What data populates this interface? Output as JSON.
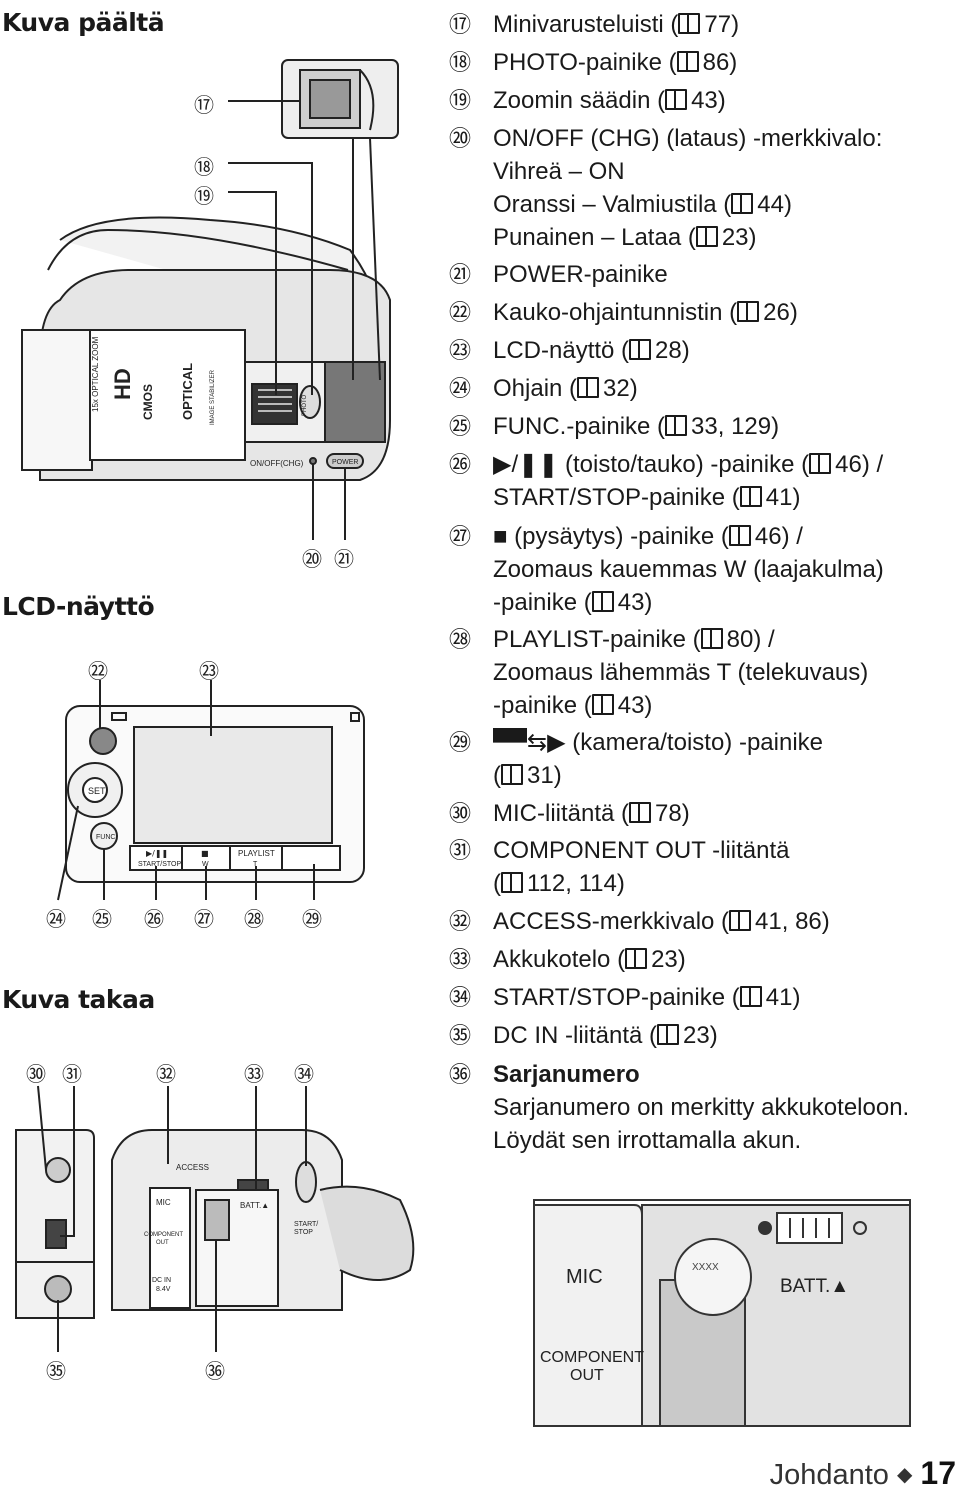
{
  "headings": {
    "top_view": "Kuva päältä",
    "lcd": "LCD-näyttö",
    "back_view": "Kuva takaa"
  },
  "callouts": {
    "c17": "⑰",
    "c18": "⑱",
    "c19": "⑲",
    "c20": "⑳",
    "c21": "㉑",
    "c22": "㉒",
    "c23": "㉓",
    "c24": "㉔",
    "c25": "㉕",
    "c26": "㉖",
    "c27": "㉗",
    "c28": "㉘",
    "c29": "㉙",
    "c30": "㉚",
    "c31": "㉛",
    "c32": "㉜",
    "c33": "㉝",
    "c34": "㉞",
    "c35": "㉟",
    "c36": "㊱"
  },
  "diagram_labels": {
    "zoom": "15x OPTICAL ZOOM",
    "hd": "HD",
    "cmos": "CMOS",
    "optical": "OPTICAL",
    "image_stab": "IMAGE STABILIZER",
    "onoff": "ON/OFF(CHG)",
    "power": "POWER",
    "photo": "PHOTO",
    "set": "SET",
    "func": "FUNC",
    "playpause": "▶/❚❚",
    "startstop_small": "START/STOP",
    "stop_sym": "■",
    "w": "W",
    "playlist": "PLAYLIST",
    "t": "T",
    "access": "ACCESS",
    "mic": "MIC",
    "component": "COMPONENT",
    "out": "OUT",
    "dcin": "DC IN",
    "dcv": "8.4V",
    "batt": "BATT.▲",
    "start": "START/",
    "stop": "STOP",
    "serial": "XXXX"
  },
  "items": [
    {
      "num": "⑰",
      "lines": [
        "Minivarusteluisti (|77)"
      ]
    },
    {
      "num": "⑱",
      "lines": [
        "PHOTO-painike (|86)"
      ]
    },
    {
      "num": "⑲",
      "lines": [
        "Zoomin säädin (|43)"
      ]
    },
    {
      "num": "⑳",
      "lines": [
        "ON/OFF (CHG) (lataus) -merkkivalo:",
        "Vihreä – ON",
        "Oranssi – Valmiustila (|44)",
        "Punainen – Lataa (|23)"
      ]
    },
    {
      "num": "㉑",
      "lines": [
        "POWER-painike"
      ]
    },
    {
      "num": "㉒",
      "lines": [
        "Kauko-ohjaintunnistin (|26)"
      ]
    },
    {
      "num": "㉓",
      "lines": [
        "LCD-näyttö (|28)"
      ]
    },
    {
      "num": "㉔",
      "lines": [
        "Ohjain (|32)"
      ]
    },
    {
      "num": "㉕",
      "lines": [
        "FUNC.-painike (|33, 129)"
      ]
    },
    {
      "num": "㉖",
      "lines": [
        "▶/❚❚ (toisto/tauko) -painike (|46) /",
        "START/STOP-painike (|41)"
      ]
    },
    {
      "num": "㉗",
      "lines": [
        "■ (pysäytys) -painike (|46) /",
        "Zoomaus kauemmas W (laajakulma)",
        "-painike (|43)"
      ]
    },
    {
      "num": "㉘",
      "lines": [
        "PLAYLIST-painike (|80) /",
        "Zoomaus lähemmäs T (telekuvaus)",
        "-painike (|43)"
      ]
    },
    {
      "num": "㉙",
      "lines": [
        "▀▀⇆▶ (kamera/toisto) -painike",
        "(|31)"
      ]
    },
    {
      "num": "㉚",
      "lines": [
        "MIC-liitäntä (|78)"
      ]
    },
    {
      "num": "㉛",
      "lines": [
        "COMPONENT OUT -liitäntä",
        " (|112, 114)"
      ]
    },
    {
      "num": "㉜",
      "lines": [
        "ACCESS-merkkivalo (|41, 86)"
      ]
    },
    {
      "num": "㉝",
      "lines": [
        "Akkukotelo (|23)"
      ]
    },
    {
      "num": "㉞",
      "lines": [
        "START/STOP-painike (|41)"
      ]
    },
    {
      "num": "㉟",
      "lines": [
        "DC IN -liitäntä (|23)"
      ]
    },
    {
      "num": "㊱",
      "lines": [
        "Sarjanumero",
        "Sarjanumero on merkitty akkukoteloon.",
        "Löydät sen irrottamalla akun."
      ]
    }
  ],
  "footer": {
    "section": "Johdanto",
    "bullet": "◆",
    "page": "17"
  }
}
